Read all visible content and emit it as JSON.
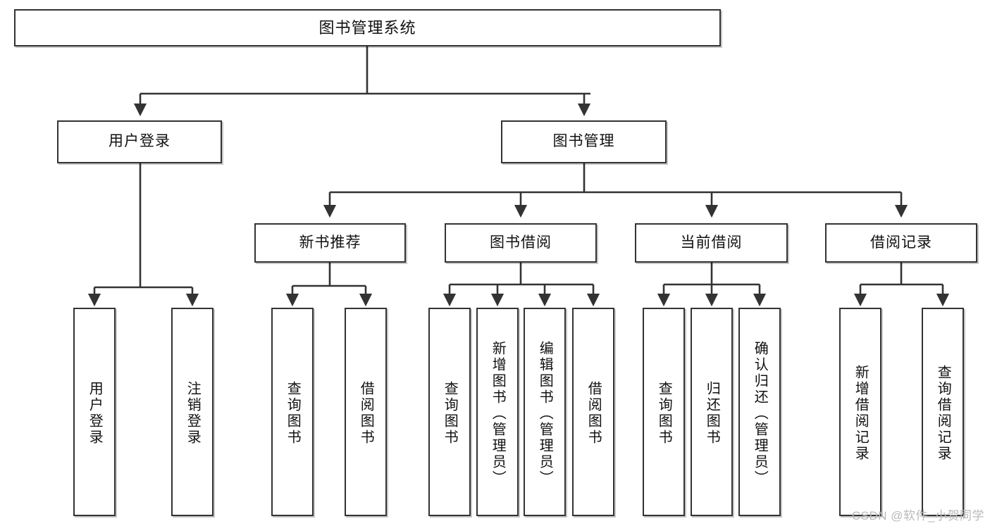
{
  "diagram": {
    "type": "tree-hierarchy",
    "title": "图书管理系统",
    "orientation": "top-down",
    "colors": {
      "box_border": "#333333",
      "box_fill": "#ffffff",
      "connector": "#333333",
      "text": "#111111",
      "watermark": "#b9b9b9"
    },
    "root": {
      "label": "图书管理系统"
    },
    "level2": [
      {
        "label": "用户登录"
      },
      {
        "label": "图书管理"
      }
    ],
    "level3": [
      {
        "label": "新书推荐"
      },
      {
        "label": "图书借阅"
      },
      {
        "label": "当前借阅"
      },
      {
        "label": "借阅记录"
      }
    ],
    "leaves": {
      "user_login": [
        {
          "label": "用户登录"
        },
        {
          "label": "注销登录"
        }
      ],
      "new_book_recommend": [
        {
          "label": "查询图书"
        },
        {
          "label": "借阅图书"
        }
      ],
      "book_borrow": [
        {
          "label": "查询图书"
        },
        {
          "label": "新增图书（管理员）"
        },
        {
          "label": "编辑图书（管理员）"
        },
        {
          "label": "借阅图书"
        }
      ],
      "current_borrow": [
        {
          "label": "查询图书"
        },
        {
          "label": "归还图书"
        },
        {
          "label": "确认归还（管理员）"
        }
      ],
      "borrow_record": [
        {
          "label": "新增借阅记录"
        },
        {
          "label": "查询借阅记录"
        }
      ]
    }
  },
  "watermark": {
    "text": "CSDN @软件_小贺同学"
  }
}
